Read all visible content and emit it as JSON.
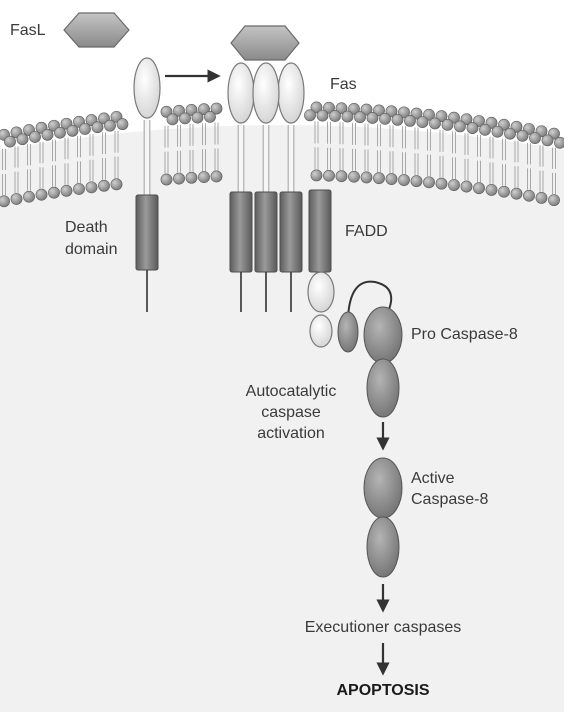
{
  "labels": {
    "fasl": "FasL",
    "fas": "Fas",
    "death_domain_line1": "Death",
    "death_domain_line2": "domain",
    "fadd": "FADD",
    "pro_caspase8": "Pro Caspase-8",
    "autocatalytic_line1": "Autocatalytic",
    "autocatalytic_line2": "caspase",
    "autocatalytic_line3": "activation",
    "active_line1": "Active",
    "active_line2": "Caspase-8",
    "executioner": "Executioner caspases",
    "apoptosis": "APOPTOSIS"
  },
  "colors": {
    "cytoplasm": "#f0f0f0",
    "lipid_head": "#8c8c8c",
    "lipid_head_highlight": "#c8c8c8",
    "receptor_ecto": "#f4f4f4",
    "death_domain": "#7b7b7b",
    "caspase": "#8f8f8f",
    "ligand": "#a9a9a9",
    "arrow": "#333333"
  }
}
